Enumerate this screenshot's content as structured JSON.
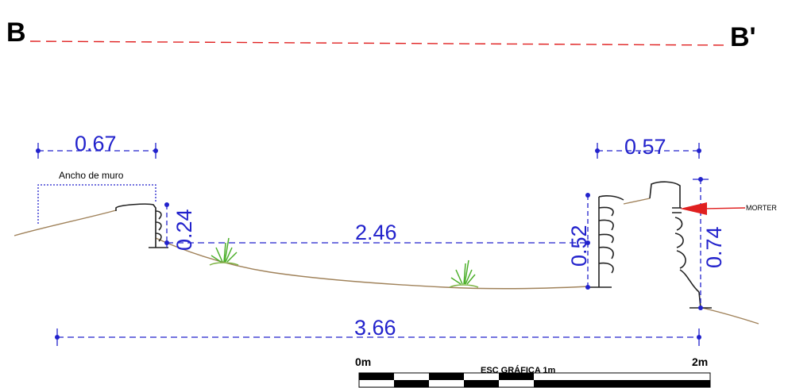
{
  "section": {
    "left_label": "B",
    "right_label": "B'",
    "line_color": "#e02020"
  },
  "dimensions": {
    "left_wall_width": "0.67",
    "right_wall_width": "0.57",
    "left_wall_height": "0.24",
    "interior_width": "2.46",
    "right_inner_height": "0.52",
    "right_outer_height": "0.74",
    "total_width": "3.66",
    "color": "#2222cc"
  },
  "annotations": {
    "wall_width_note": "Ancho de muro",
    "mortar_label": "MORTER",
    "arrow_color": "#e02020"
  },
  "scale_bar": {
    "start_label": "0m",
    "end_label": "2m",
    "title": "ESC GRÁFICA 1m"
  },
  "colors": {
    "ground": "#a0825a",
    "vegetation": "#4caf2a"
  }
}
